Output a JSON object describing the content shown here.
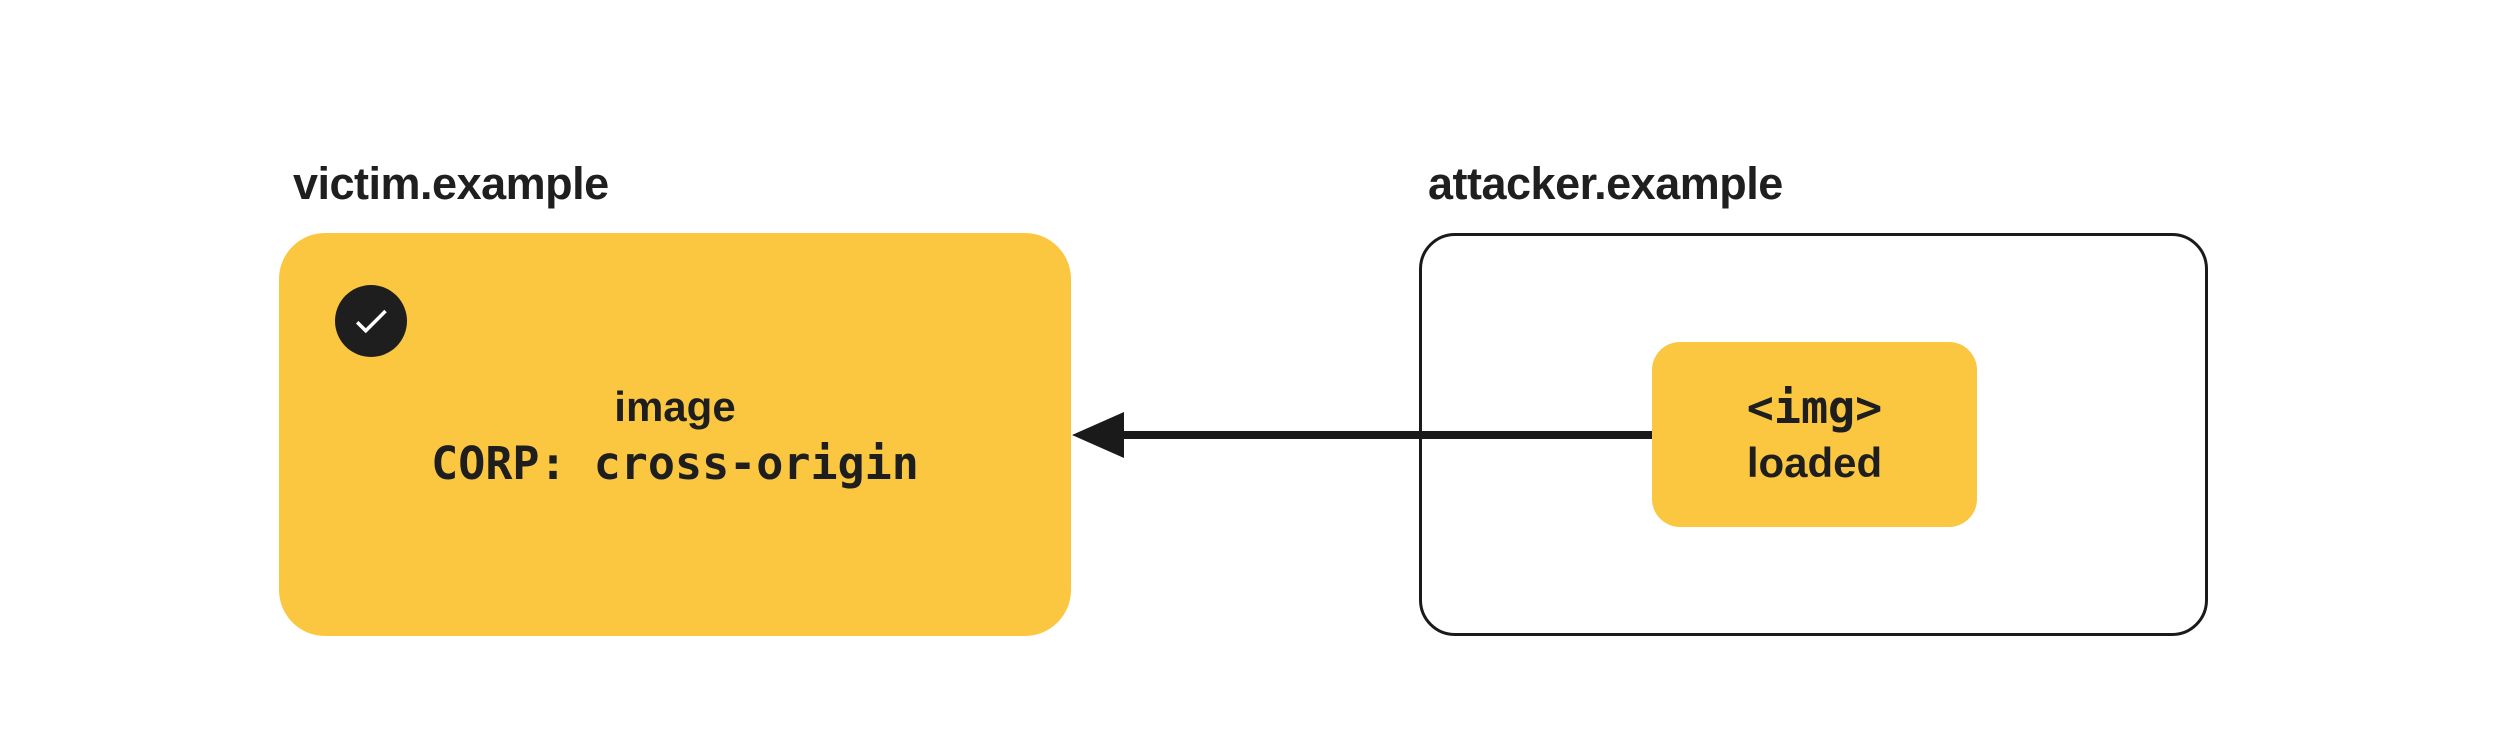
{
  "diagram": {
    "topic": "CORP cross-origin image request allowed",
    "victim": {
      "domain": "victim.example",
      "badge_icon": "check-icon",
      "resource_label": "image",
      "corp_header": "CORP: cross-origin"
    },
    "attacker": {
      "domain": "attacker.example",
      "img_tag": "<img>",
      "status_label": "loaded"
    },
    "arrow": {
      "icon": "left-arrow-icon",
      "direction": "right-to-left",
      "from": "attacker.example",
      "to": "victim.example"
    },
    "colors": {
      "accent_yellow": "#FBC740",
      "ink": "#1E1E1E",
      "background": "#FFFFFF",
      "check_mark": "#FFFFFF"
    }
  }
}
